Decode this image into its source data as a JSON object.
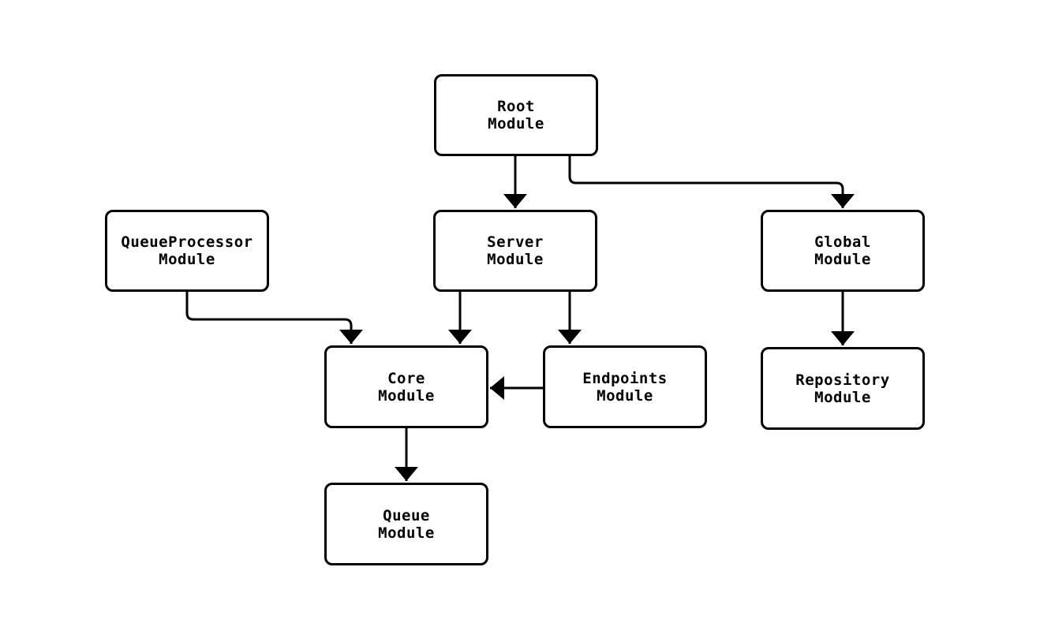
{
  "diagram": {
    "type": "module-dependency-flowchart",
    "background_color": "#ffffff",
    "node_fill_color": "#ffffff",
    "node_border_color": "#000000",
    "edge_color": "#000000",
    "text_color": "#000000",
    "nodes": {
      "root": {
        "line1": "Root",
        "line2": "Module"
      },
      "queueprocessor": {
        "line1": "QueueProcessor",
        "line2": "Module"
      },
      "server": {
        "line1": "Server",
        "line2": "Module"
      },
      "global": {
        "line1": "Global",
        "line2": "Module"
      },
      "core": {
        "line1": "Core",
        "line2": "Module"
      },
      "endpoints": {
        "line1": "Endpoints",
        "line2": "Module"
      },
      "repository": {
        "line1": "Repository",
        "line2": "Module"
      },
      "queue": {
        "line1": "Queue",
        "line2": "Module"
      }
    },
    "edges": [
      {
        "from": "Root Module",
        "to": "Server Module"
      },
      {
        "from": "Root Module",
        "to": "Global Module"
      },
      {
        "from": "QueueProcessor Module",
        "to": "Core Module"
      },
      {
        "from": "Server Module",
        "to": "Core Module"
      },
      {
        "from": "Server Module",
        "to": "Endpoints Module"
      },
      {
        "from": "Endpoints Module",
        "to": "Core Module"
      },
      {
        "from": "Global Module",
        "to": "Repository Module"
      },
      {
        "from": "Core Module",
        "to": "Queue Module"
      }
    ]
  }
}
